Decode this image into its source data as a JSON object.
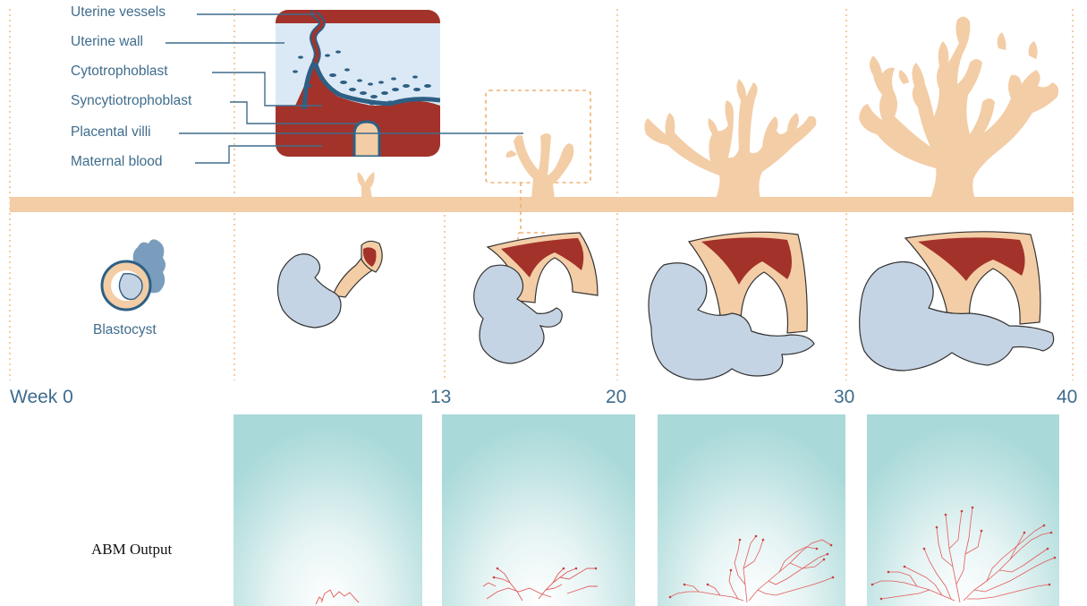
{
  "legend": {
    "uterine_vessels": "Uterine vessels",
    "uterine_wall": "Uterine wall",
    "cytotrophoblast": "Cytotrophoblast",
    "syncytiotrophoblast": "Syncytiotrophoblast",
    "placental_villi": "Placental villi",
    "maternal_blood": "Maternal blood"
  },
  "blastocyst_label": "Blastocyst",
  "timeline": {
    "week0": "Week 0",
    "week13": "13",
    "week20": "20",
    "week30": "30",
    "week40": "40"
  },
  "abm_label": "ABM Output",
  "colors": {
    "label_blue": "#3f6c8c",
    "villi_tan": "#f3cda6",
    "blood_red": "#a3322a",
    "fetus_blue": "#c5d4e4",
    "lumen_blue": "#dbe9f6",
    "guide_orange": "#f0b070",
    "abm_red": "#e35a5a",
    "panel_teal": "#a9d9d9"
  }
}
